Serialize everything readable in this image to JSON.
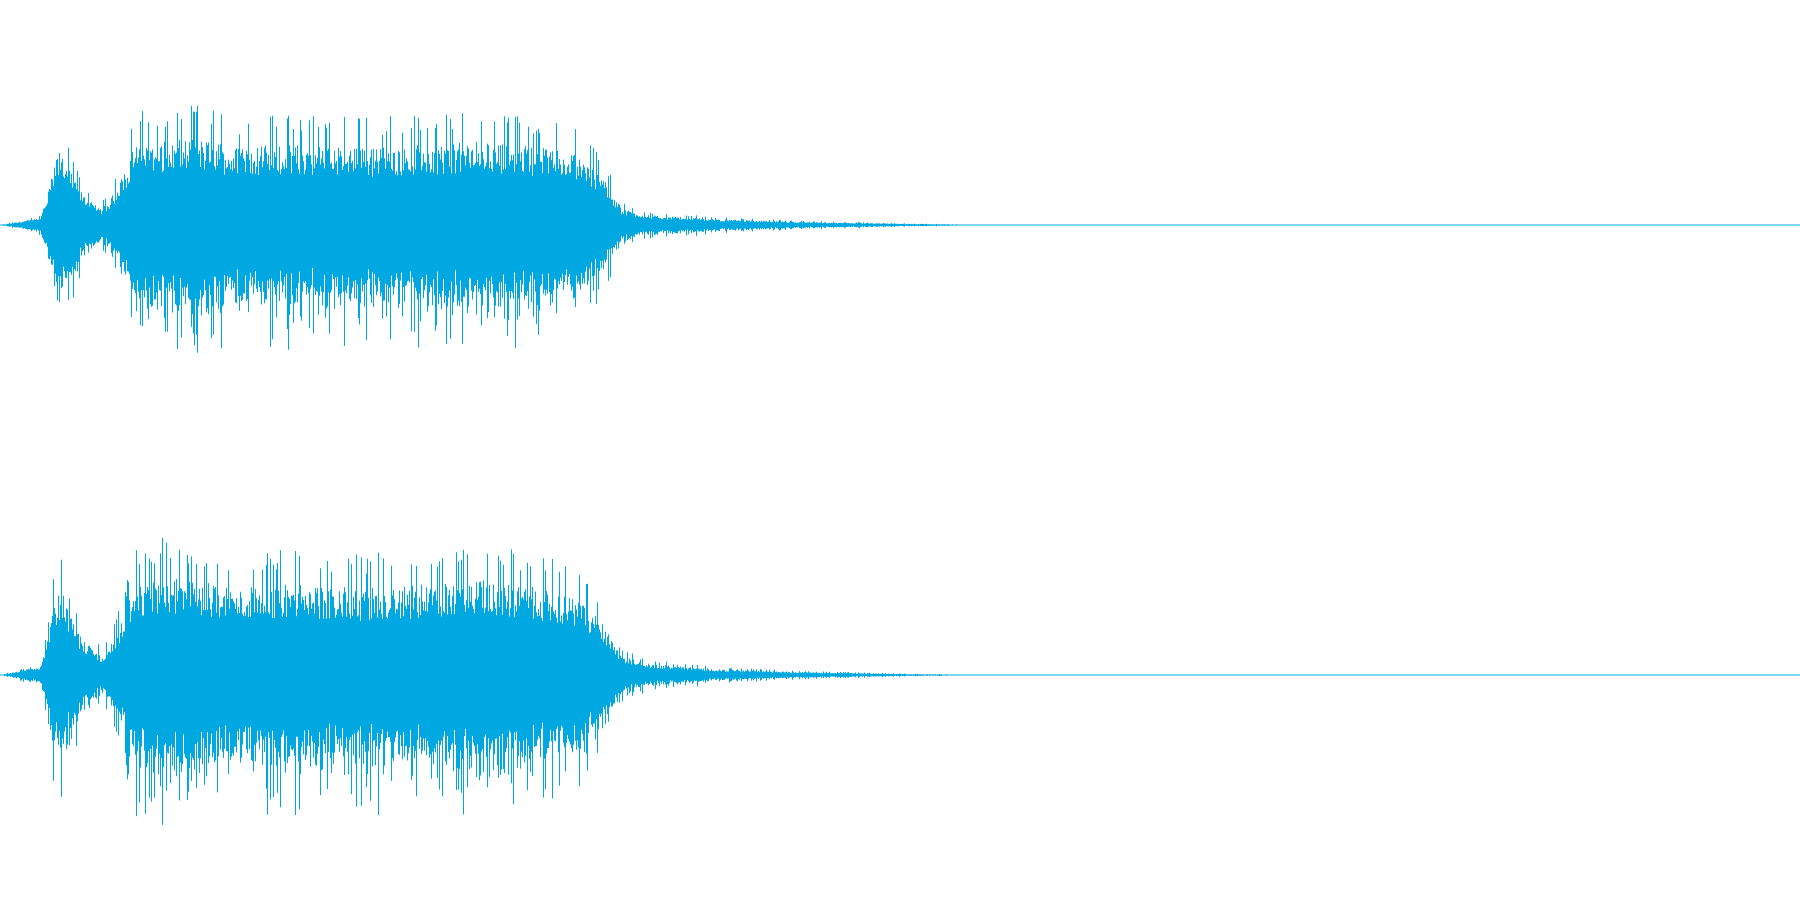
{
  "colors": {
    "background": "#ffffff",
    "waveform": "#00a8e1"
  },
  "channels": [
    {
      "id": "left",
      "envelope": [
        [
          0.0,
          0.0
        ],
        [
          0.022,
          0.05
        ],
        [
          0.026,
          0.2
        ],
        [
          0.03,
          0.45
        ],
        [
          0.034,
          0.55
        ],
        [
          0.04,
          0.35
        ],
        [
          0.046,
          0.22
        ],
        [
          0.056,
          0.12
        ],
        [
          0.06,
          0.16
        ],
        [
          0.066,
          0.3
        ],
        [
          0.075,
          0.58
        ],
        [
          0.09,
          0.6
        ],
        [
          0.11,
          0.62
        ],
        [
          0.13,
          0.56
        ],
        [
          0.16,
          0.58
        ],
        [
          0.2,
          0.55
        ],
        [
          0.24,
          0.58
        ],
        [
          0.27,
          0.6
        ],
        [
          0.3,
          0.56
        ],
        [
          0.32,
          0.5
        ],
        [
          0.335,
          0.35
        ],
        [
          0.345,
          0.12
        ],
        [
          0.36,
          0.07
        ],
        [
          0.4,
          0.04
        ],
        [
          0.45,
          0.02
        ],
        [
          0.5,
          0.01
        ],
        [
          0.53,
          0.004
        ],
        [
          0.54,
          0.0
        ],
        [
          1.0,
          0.0
        ]
      ]
    },
    {
      "id": "right",
      "envelope": [
        [
          0.0,
          0.0
        ],
        [
          0.022,
          0.06
        ],
        [
          0.026,
          0.25
        ],
        [
          0.03,
          0.55
        ],
        [
          0.034,
          0.6
        ],
        [
          0.04,
          0.4
        ],
        [
          0.046,
          0.25
        ],
        [
          0.056,
          0.14
        ],
        [
          0.06,
          0.18
        ],
        [
          0.066,
          0.35
        ],
        [
          0.075,
          0.65
        ],
        [
          0.09,
          0.7
        ],
        [
          0.11,
          0.68
        ],
        [
          0.13,
          0.62
        ],
        [
          0.16,
          0.66
        ],
        [
          0.2,
          0.62
        ],
        [
          0.24,
          0.66
        ],
        [
          0.27,
          0.68
        ],
        [
          0.3,
          0.62
        ],
        [
          0.32,
          0.55
        ],
        [
          0.335,
          0.38
        ],
        [
          0.345,
          0.14
        ],
        [
          0.36,
          0.08
        ],
        [
          0.4,
          0.04
        ],
        [
          0.45,
          0.02
        ],
        [
          0.5,
          0.008
        ],
        [
          0.525,
          0.004
        ],
        [
          0.535,
          0.0
        ],
        [
          1.0,
          0.0
        ]
      ]
    }
  ]
}
